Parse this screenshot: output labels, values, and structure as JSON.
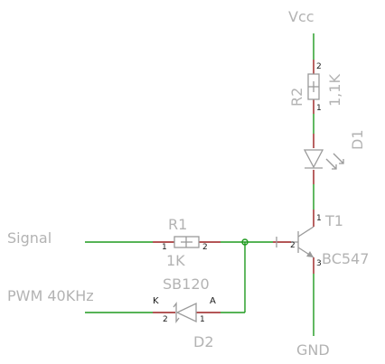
{
  "nets": {
    "vcc": "Vcc",
    "gnd": "GND",
    "signal": "Signal",
    "pwm": "PWM 40KHz"
  },
  "r2": {
    "ref": "R2",
    "value": "1,1K",
    "pin_top": "2",
    "pin_bottom": "1"
  },
  "d1": {
    "ref": "D1"
  },
  "t1": {
    "ref": "T1",
    "value": "BC547",
    "pin_c": "1",
    "pin_b": "2",
    "pin_e": "3"
  },
  "r1": {
    "ref": "R1",
    "value": "1K",
    "pin_left": "1",
    "pin_right": "2"
  },
  "d2": {
    "ref": "D2",
    "value": "SB120",
    "cathode_label": "K",
    "anode_label": "A",
    "pin_left": "2",
    "pin_right": "1"
  },
  "colors": {
    "wire": "#1e9a1e",
    "lead": "#9a1e1e",
    "part": "#9a9a9a",
    "label": "#b3b3b3",
    "pin_number": "#1a1a1a"
  }
}
